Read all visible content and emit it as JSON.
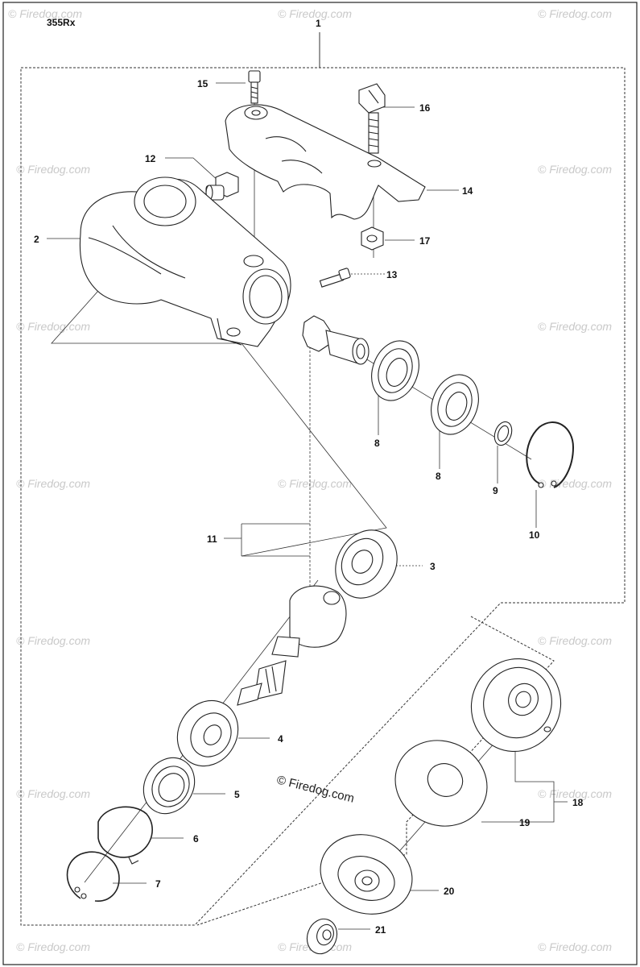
{
  "header": {
    "model": "355Rx"
  },
  "watermark": {
    "small": "© Firedog.com",
    "center": "© Firedog.com"
  },
  "callouts": {
    "c1": "1",
    "c2": "2",
    "c3": "3",
    "c4": "4",
    "c5": "5",
    "c6": "6",
    "c7": "7",
    "c8a": "8",
    "c8b": "8",
    "c9": "9",
    "c10": "10",
    "c11": "11",
    "c12": "12",
    "c13": "13",
    "c14": "14",
    "c15": "15",
    "c16": "16",
    "c17": "17",
    "c18": "18",
    "c19": "19",
    "c20": "20",
    "c21": "21"
  }
}
